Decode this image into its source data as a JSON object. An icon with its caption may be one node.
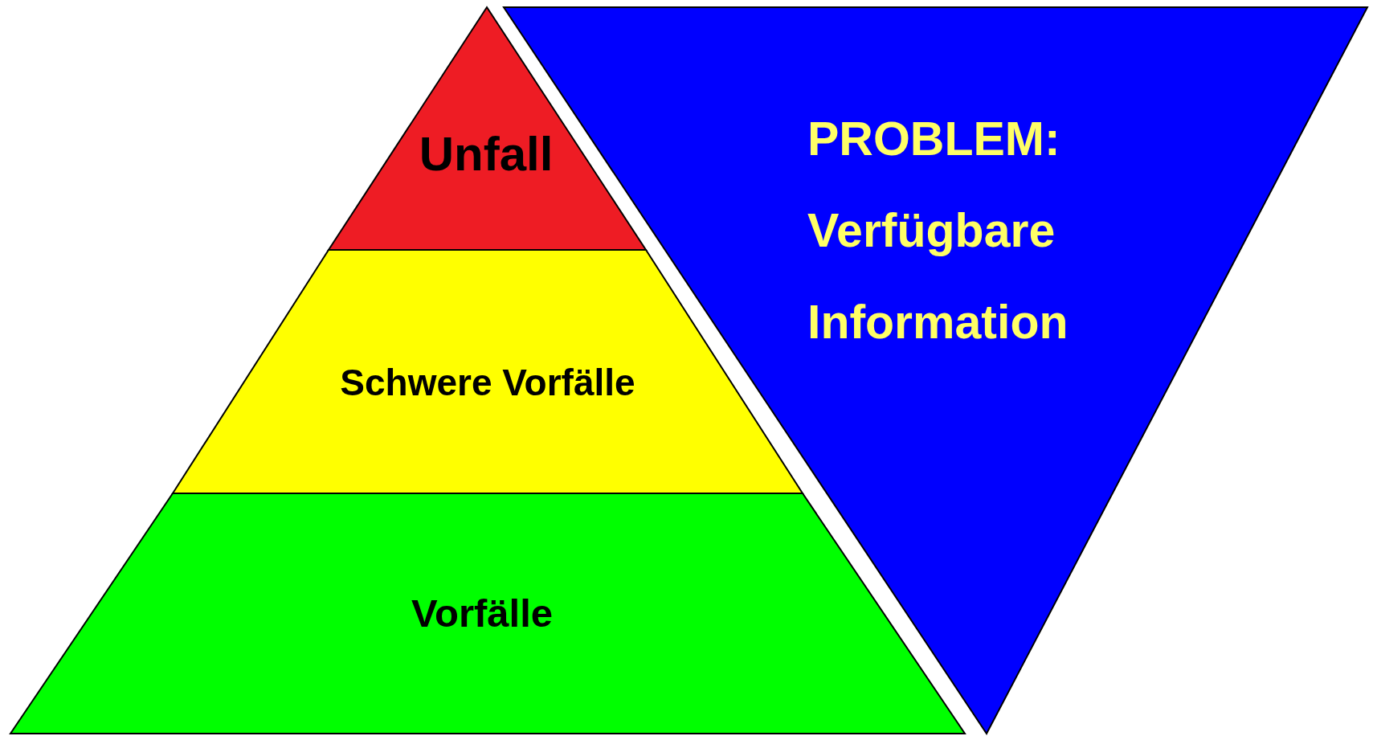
{
  "diagram": {
    "nodes": [
      {
        "text": [
          "Unfall"
        ]
      },
      {
        "text": [
          "Schwere Vorfälle"
        ]
      },
      {
        "text": [
          "Vorfälle"
        ]
      },
      {
        "text": [
          "PROBLEM:",
          "Verfügbare Information"
        ]
      }
    ]
  }
}
